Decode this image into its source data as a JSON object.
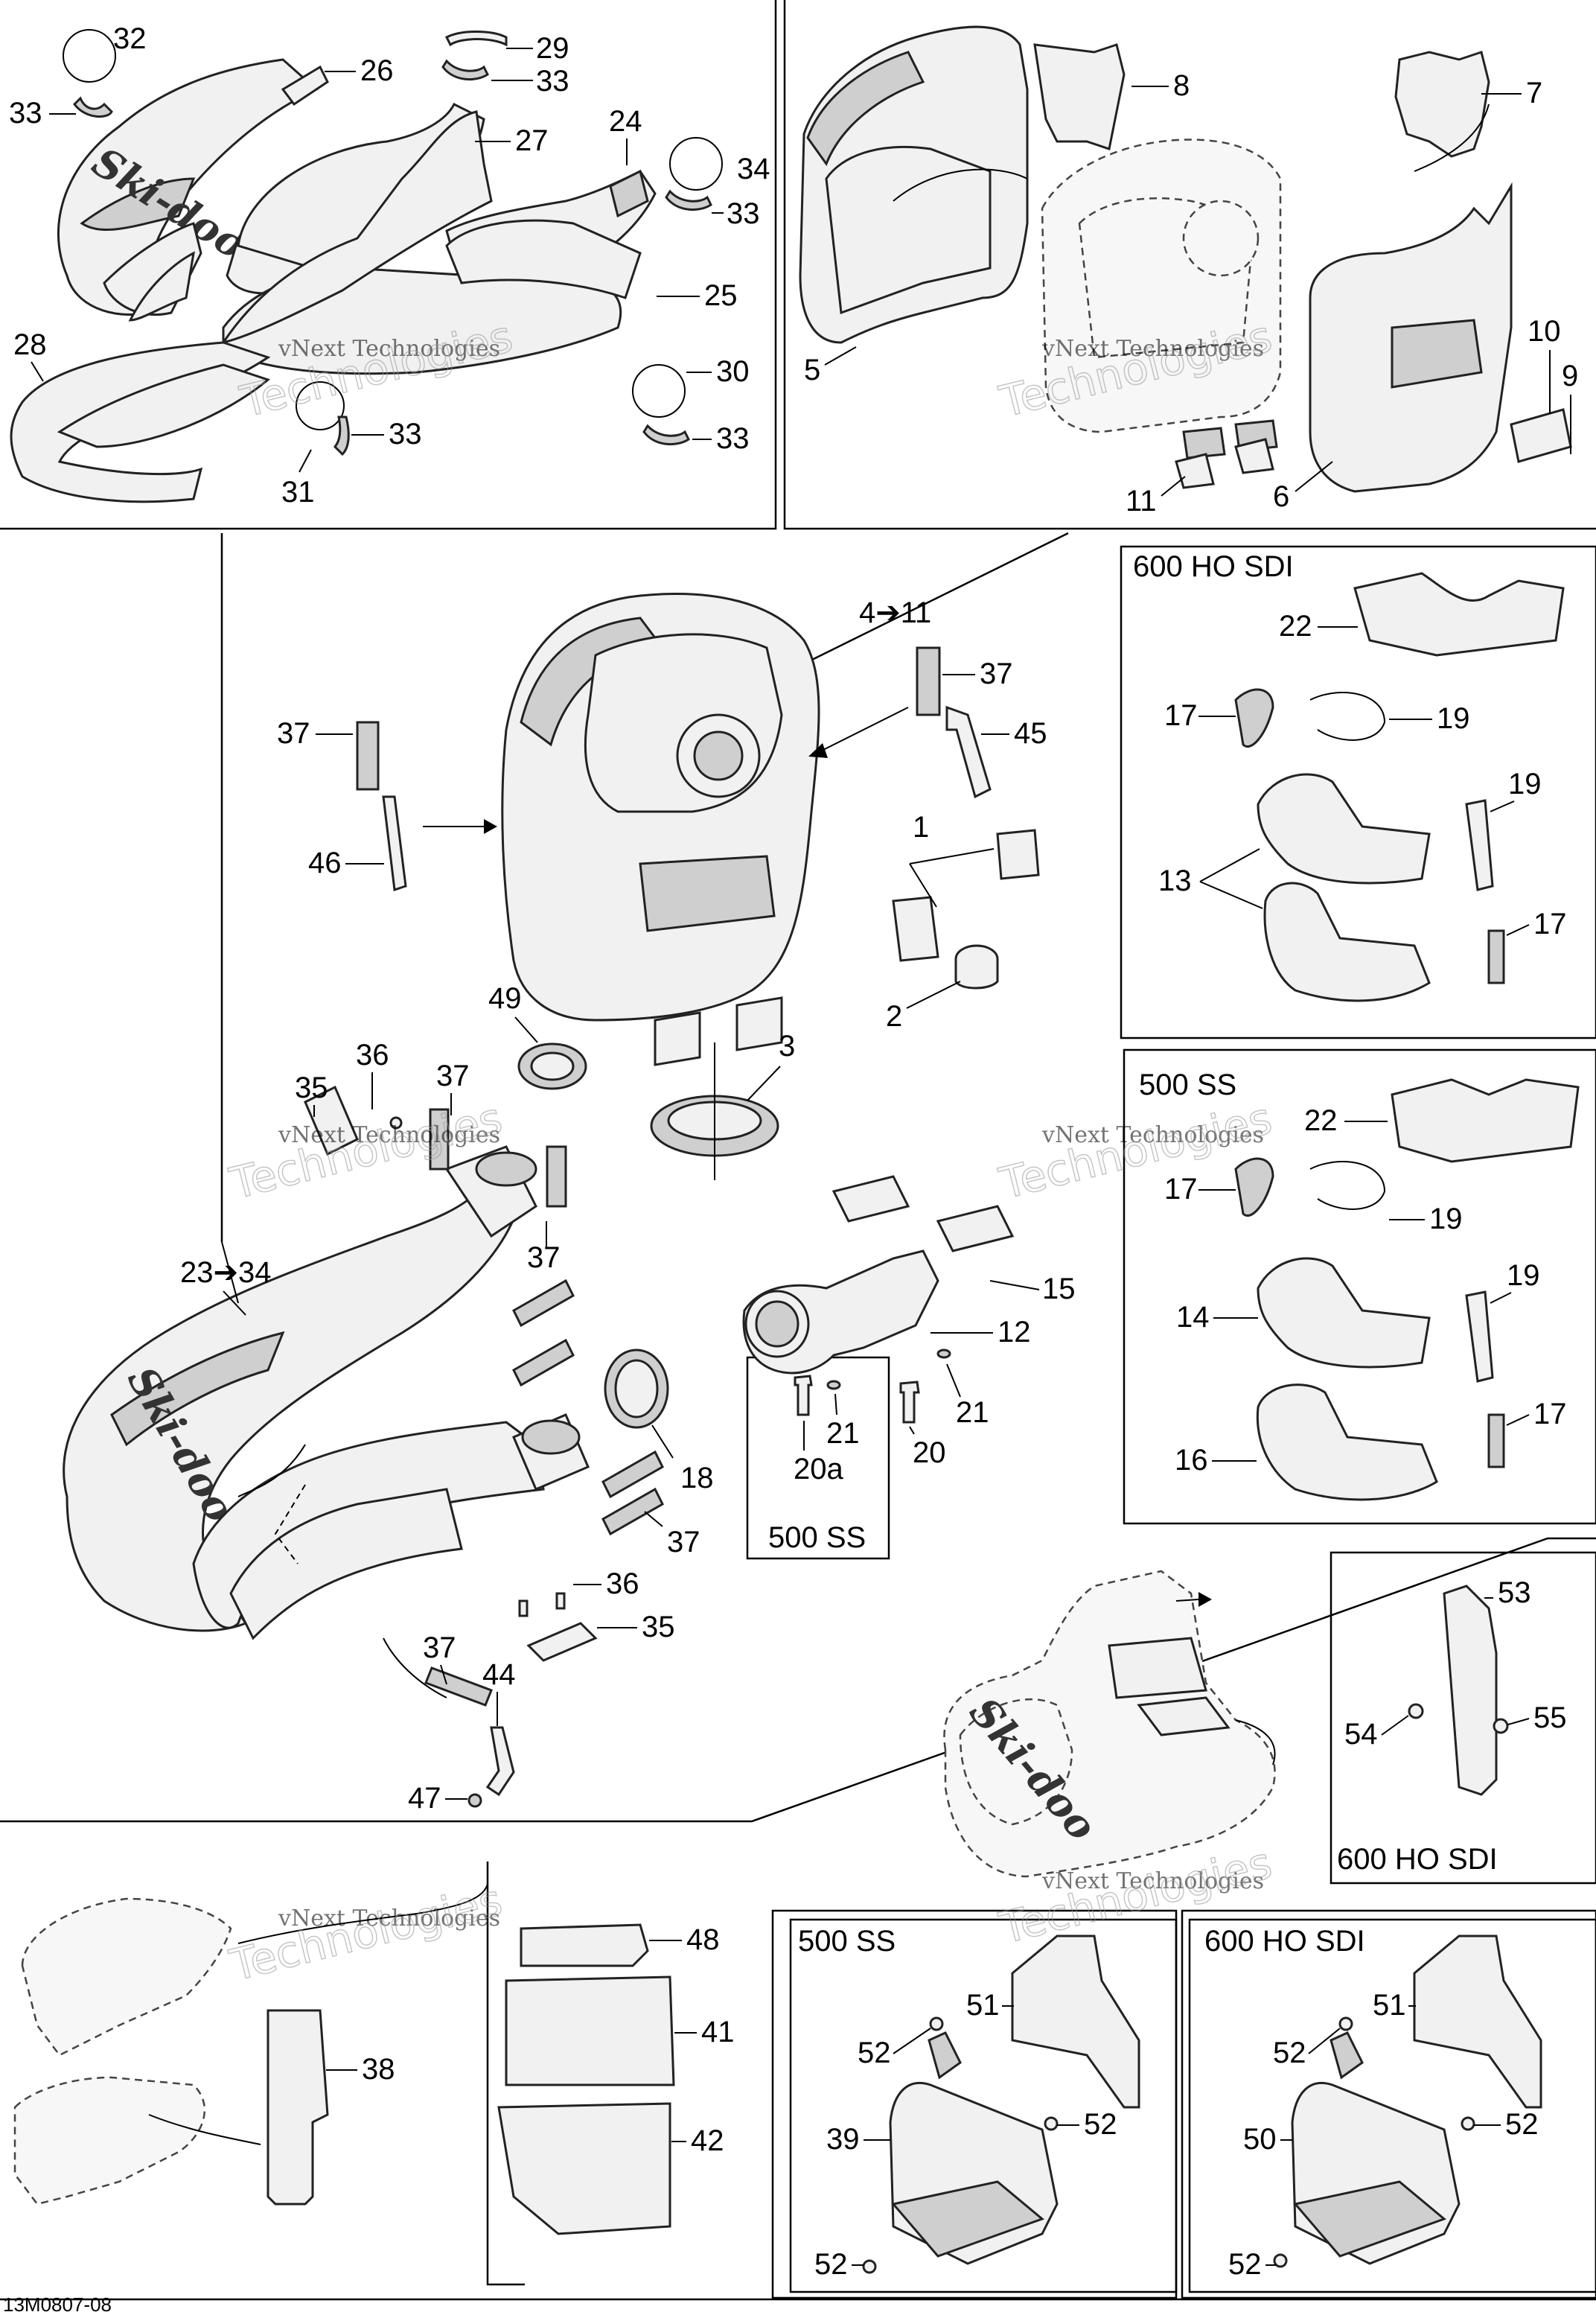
{
  "figure_code": "13M0807-08",
  "watermark": {
    "line1": "vNext Technologies",
    "line2": "Technologies"
  },
  "brand_mark": "Ski-doo",
  "variants": {
    "ho_sdi": "600 HO SDI",
    "ss": "500 SS"
  },
  "callouts": [
    {
      "id": "c32",
      "text": "32"
    },
    {
      "id": "c33a",
      "text": "33"
    },
    {
      "id": "c26",
      "text": "26"
    },
    {
      "id": "c29",
      "text": "29"
    },
    {
      "id": "c33b",
      "text": "33"
    },
    {
      "id": "c27",
      "text": "27"
    },
    {
      "id": "c24",
      "text": "24"
    },
    {
      "id": "c34",
      "text": "34"
    },
    {
      "id": "c33c",
      "text": "33"
    },
    {
      "id": "c25",
      "text": "25"
    },
    {
      "id": "c28",
      "text": "28"
    },
    {
      "id": "c30",
      "text": "30"
    },
    {
      "id": "c33d",
      "text": "33"
    },
    {
      "id": "c33e",
      "text": "33"
    },
    {
      "id": "c31",
      "text": "31"
    },
    {
      "id": "c8",
      "text": "8"
    },
    {
      "id": "c7",
      "text": "7"
    },
    {
      "id": "c5",
      "text": "5"
    },
    {
      "id": "c10",
      "text": "10"
    },
    {
      "id": "c9",
      "text": "9"
    },
    {
      "id": "c11",
      "text": "11"
    },
    {
      "id": "c6",
      "text": "6"
    },
    {
      "id": "c4to11",
      "text": "4➔11"
    },
    {
      "id": "c37a",
      "text": "37"
    },
    {
      "id": "c45",
      "text": "45"
    },
    {
      "id": "c37b",
      "text": "37"
    },
    {
      "id": "c46",
      "text": "46"
    },
    {
      "id": "c1",
      "text": "1"
    },
    {
      "id": "c2",
      "text": "2"
    },
    {
      "id": "c49",
      "text": "49"
    },
    {
      "id": "c3",
      "text": "3"
    },
    {
      "id": "c35a",
      "text": "35"
    },
    {
      "id": "c36a",
      "text": "36"
    },
    {
      "id": "c37c",
      "text": "37"
    },
    {
      "id": "c37d",
      "text": "37"
    },
    {
      "id": "c23to34",
      "text": "23➔34"
    },
    {
      "id": "c15",
      "text": "15"
    },
    {
      "id": "c12",
      "text": "12"
    },
    {
      "id": "c21a",
      "text": "21"
    },
    {
      "id": "c21b",
      "text": "21"
    },
    {
      "id": "c20a",
      "text": "20a"
    },
    {
      "id": "c20",
      "text": "20"
    },
    {
      "id": "c18",
      "text": "18"
    },
    {
      "id": "c37e",
      "text": "37"
    },
    {
      "id": "c36b",
      "text": "36"
    },
    {
      "id": "c35b",
      "text": "35"
    },
    {
      "id": "c37f",
      "text": "37"
    },
    {
      "id": "c44",
      "text": "44"
    },
    {
      "id": "c47",
      "text": "47"
    },
    {
      "id": "c22a",
      "text": "22"
    },
    {
      "id": "c17a",
      "text": "17"
    },
    {
      "id": "c19a",
      "text": "19"
    },
    {
      "id": "c19b",
      "text": "19"
    },
    {
      "id": "c13",
      "text": "13"
    },
    {
      "id": "c17b",
      "text": "17"
    },
    {
      "id": "c22b",
      "text": "22"
    },
    {
      "id": "c17c",
      "text": "17"
    },
    {
      "id": "c19c",
      "text": "19"
    },
    {
      "id": "c19d",
      "text": "19"
    },
    {
      "id": "c14",
      "text": "14"
    },
    {
      "id": "c17d",
      "text": "17"
    },
    {
      "id": "c16",
      "text": "16"
    },
    {
      "id": "c53",
      "text": "53"
    },
    {
      "id": "c54",
      "text": "54"
    },
    {
      "id": "c55",
      "text": "55"
    },
    {
      "id": "c48",
      "text": "48"
    },
    {
      "id": "c41",
      "text": "41"
    },
    {
      "id": "c38",
      "text": "38"
    },
    {
      "id": "c42",
      "text": "42"
    },
    {
      "id": "c51a",
      "text": "51"
    },
    {
      "id": "c52a",
      "text": "52"
    },
    {
      "id": "c39",
      "text": "39"
    },
    {
      "id": "c52b",
      "text": "52"
    },
    {
      "id": "c52c",
      "text": "52"
    },
    {
      "id": "c51b",
      "text": "51"
    },
    {
      "id": "c52d",
      "text": "52"
    },
    {
      "id": "c50",
      "text": "50"
    },
    {
      "id": "c52e",
      "text": "52"
    },
    {
      "id": "c52f",
      "text": "52"
    }
  ]
}
